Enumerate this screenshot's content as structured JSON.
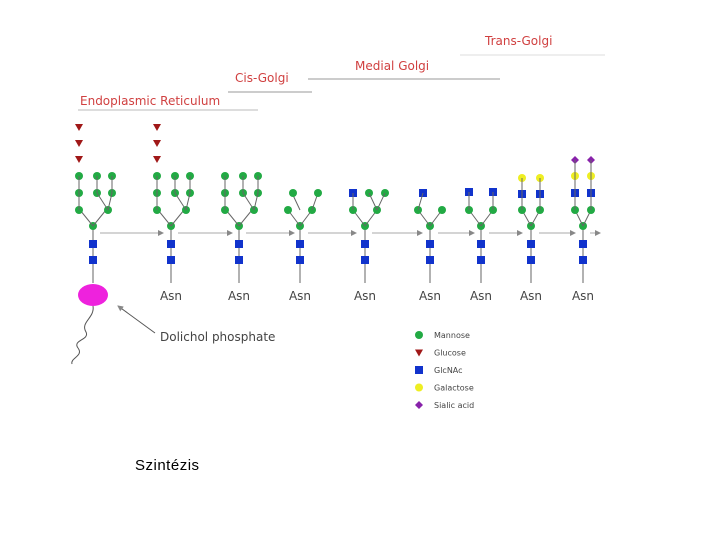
{
  "compartments": {
    "trans_golgi": "Trans-Golgi",
    "medial_golgi": "Medial Golgi",
    "cis_golgi": "Cis-Golgi",
    "er": "Endoplasmic Reticulum"
  },
  "asn_label": "Asn",
  "dolichol_label": "Dolichol phosphate",
  "legend": [
    {
      "label": "Mannose",
      "shape": "circle",
      "color": "#22aa44"
    },
    {
      "label": "Glucose",
      "shape": "triangle",
      "color": "#a01818"
    },
    {
      "label": "GlcNAc",
      "shape": "square",
      "color": "#1133cc"
    },
    {
      "label": "Galactose",
      "shape": "circle",
      "color": "#eeee22"
    },
    {
      "label": "Sialic acid",
      "shape": "diamond",
      "color": "#8822aa"
    }
  ],
  "colors": {
    "mannose": "#22aa44",
    "glucose": "#a01818",
    "glcnac": "#1133cc",
    "galactose": "#eeee22",
    "sialic": "#8822aa",
    "dolichol": "#ee22dd",
    "compartment_text": "#d04040"
  },
  "caption": "Szintézis"
}
